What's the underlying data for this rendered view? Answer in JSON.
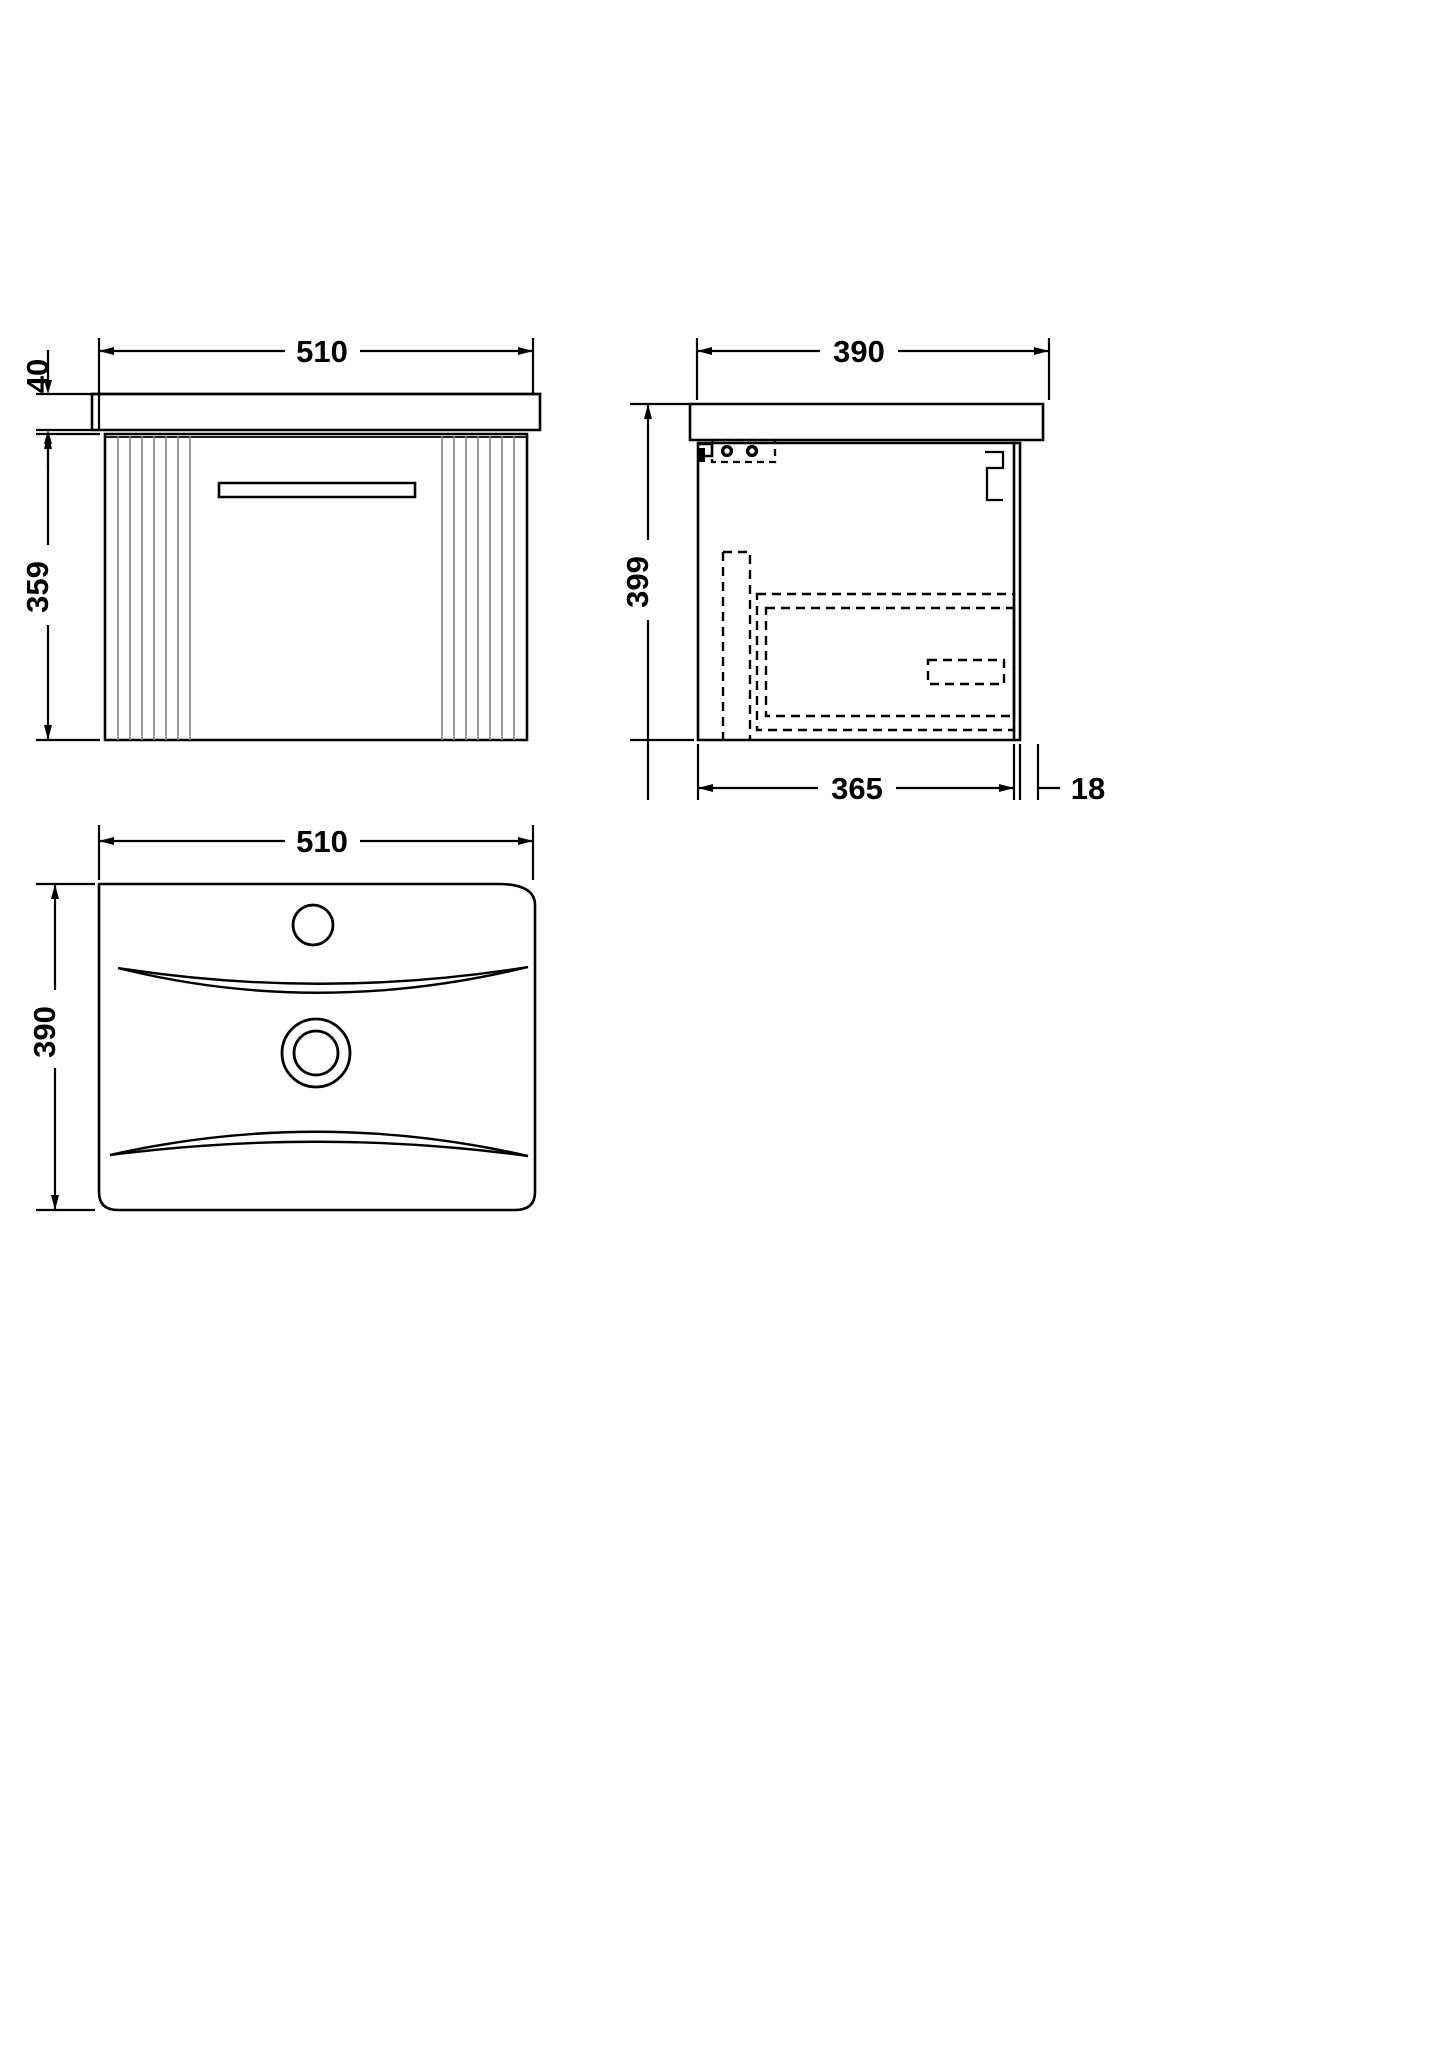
{
  "drawing": {
    "type": "technical-dimension-drawing",
    "subject": "wall-hung vanity unit with basin",
    "background_color": "#ffffff",
    "line_color": "#000000",
    "hidden_line_style": "dashed",
    "flute_line_color": "#808080",
    "units": "mm"
  },
  "views": {
    "front_elevation": {
      "name": "front elevation",
      "dimensions": {
        "width_label": "510",
        "countertop_height_label": "40",
        "cabinet_height_label": "359"
      },
      "features": {
        "handle": "recessed horizontal handle slot",
        "left_flutes_count": 7,
        "right_flutes_count": 7,
        "worktop": "basin top slab"
      }
    },
    "side_elevation": {
      "name": "side elevation",
      "dimensions": {
        "depth_label": "390",
        "height_label": "399",
        "base_depth_label": "365",
        "offset_label": "18"
      },
      "features": {
        "wall_bracket": "hidden wall bracket with 2 fixing holes",
        "fixing_holes": 2,
        "drawer_runner": "hidden drawer box outline"
      }
    },
    "plan_view": {
      "name": "basin plan view",
      "dimensions": {
        "width_label": "510",
        "depth_label": "390"
      },
      "features": {
        "tap_hole": "single tap hole",
        "waste_hole": "waste outlet with overflow ring",
        "bowl_contours": 2
      }
    }
  },
  "labels": {
    "front_width": "510",
    "front_top_thickness": "40",
    "front_body_height": "359",
    "side_depth": "390",
    "side_height": "399",
    "side_base_depth": "365",
    "side_offset": "18",
    "plan_width": "510",
    "plan_depth": "390"
  }
}
